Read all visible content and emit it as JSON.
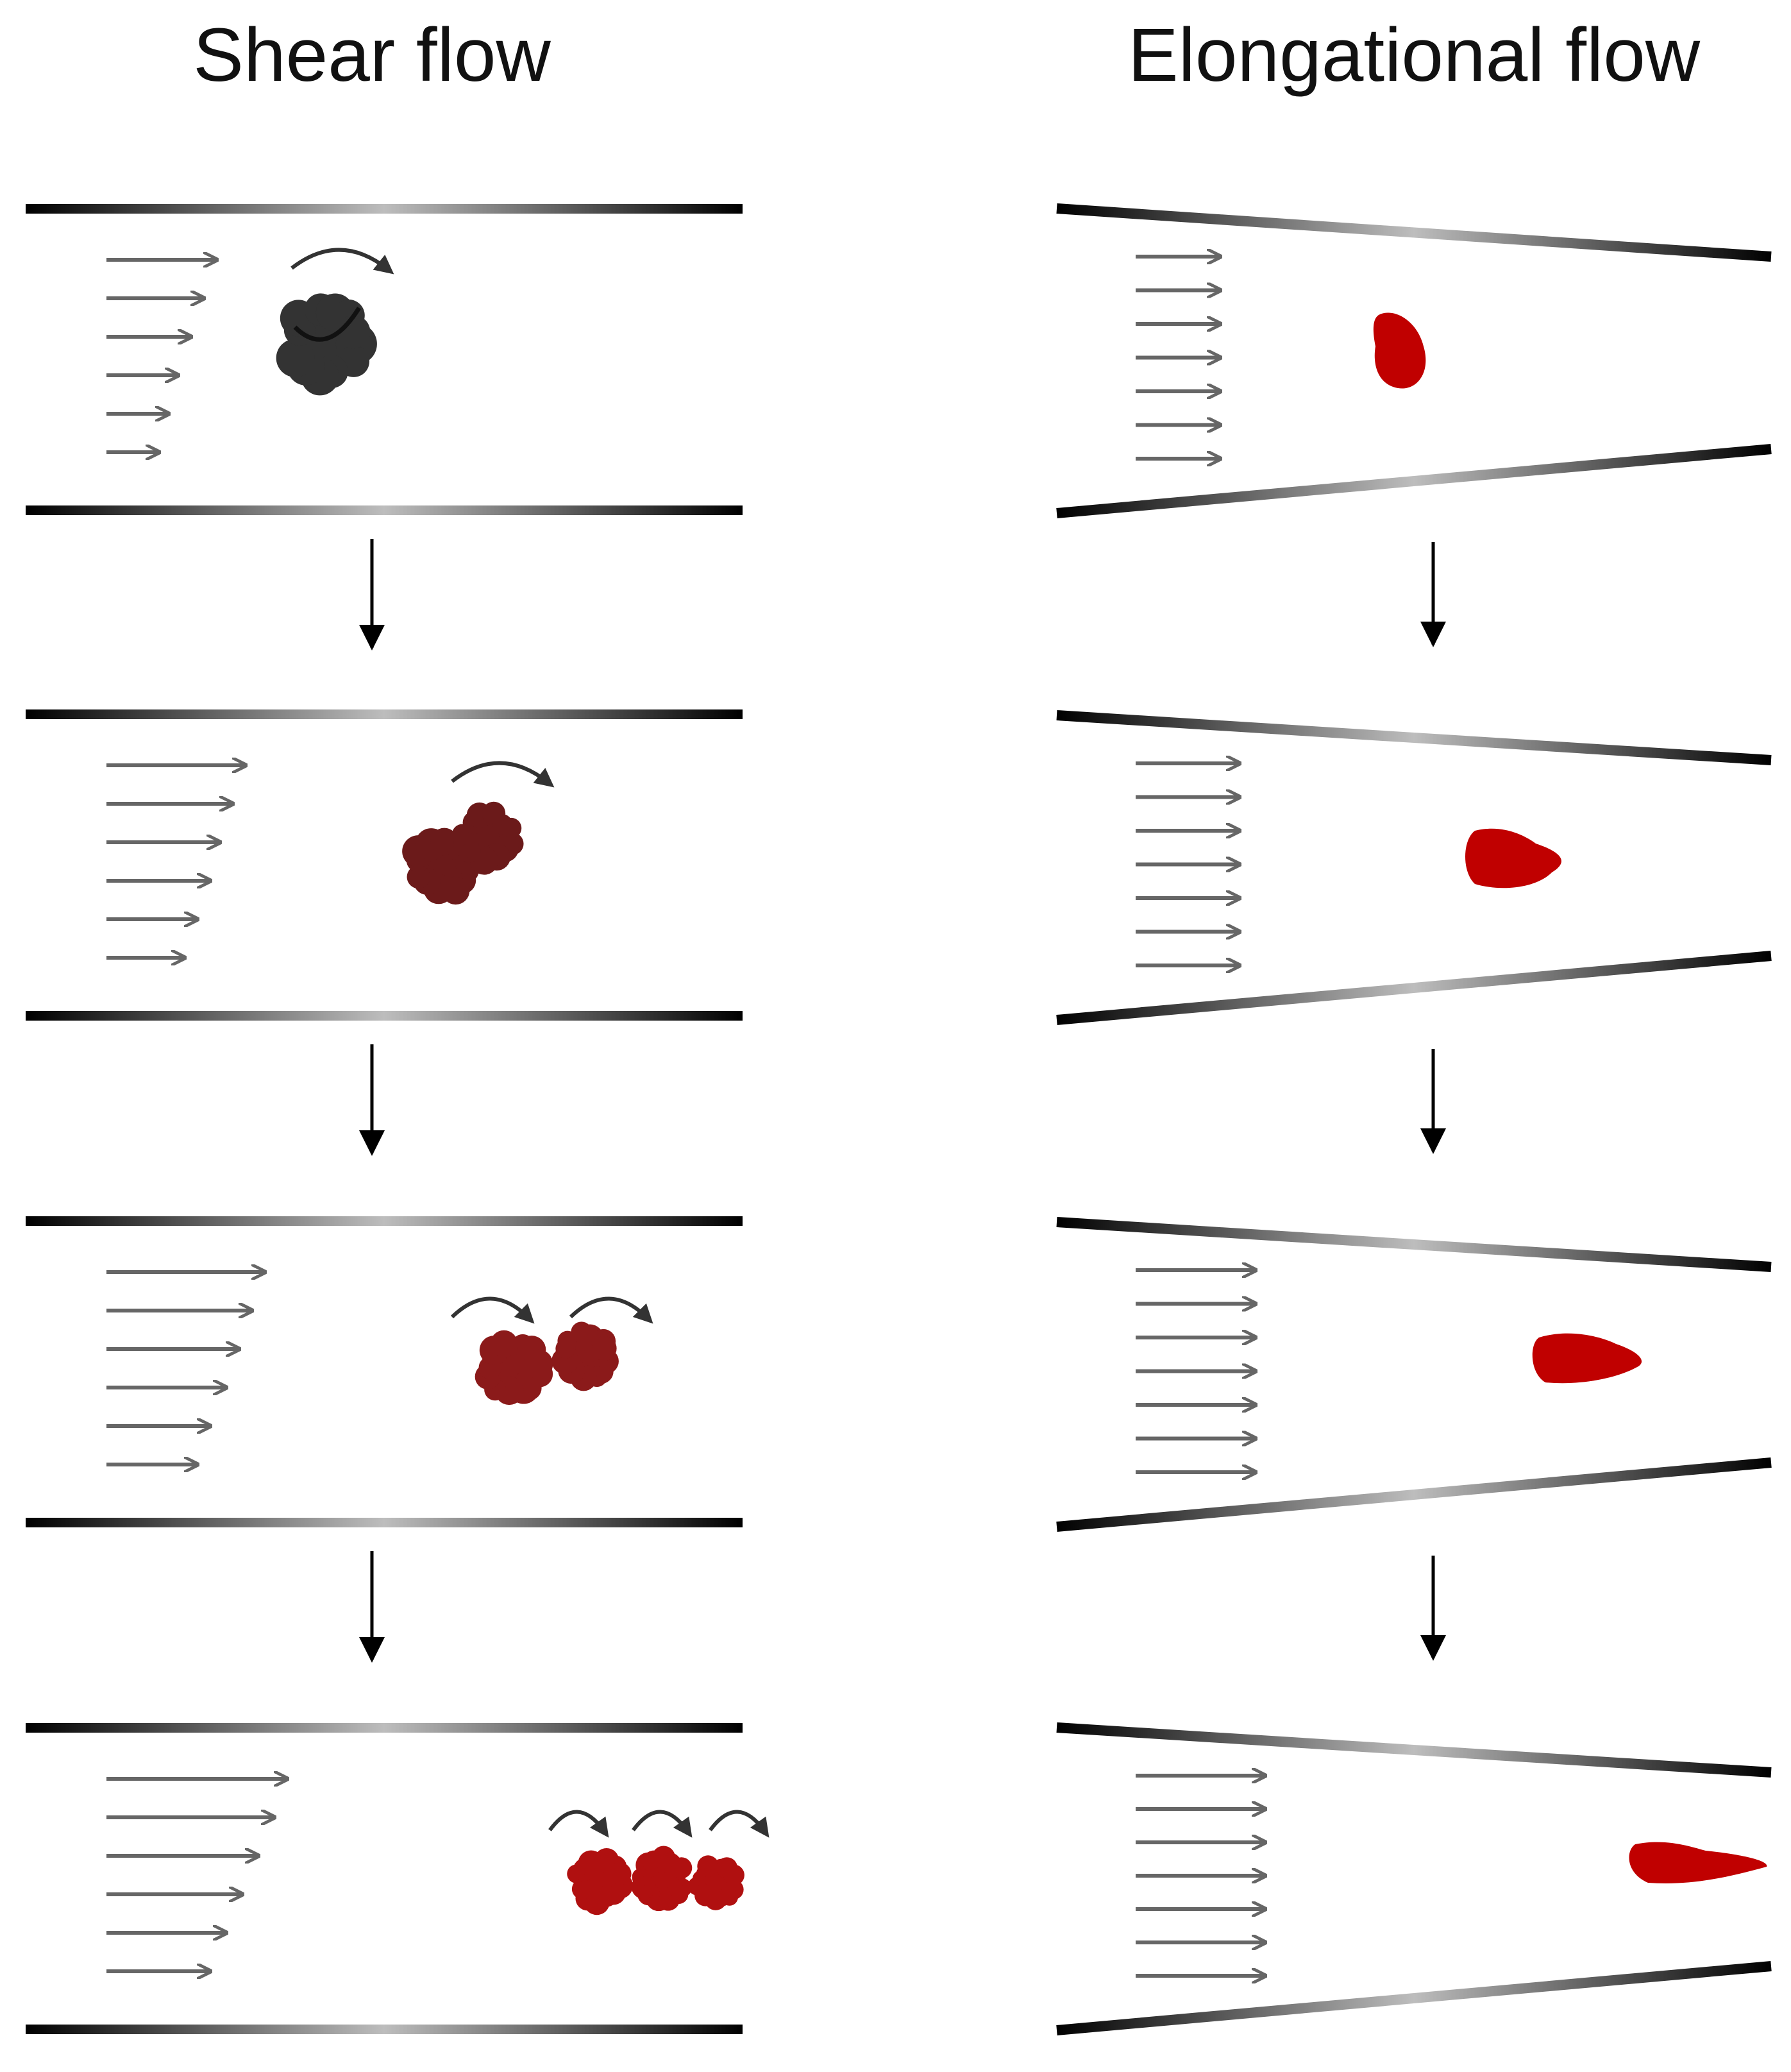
{
  "titles": {
    "shear": "Shear flow",
    "elongational": "Elongational flow"
  },
  "colors": {
    "background": "#ffffff",
    "wall_dark": "#000000",
    "wall_light": "#bdbdbd",
    "velocity_arrow": "#666666",
    "rotation_arrow": "#333333",
    "step_arrow": "#000000",
    "particle_dark": "#333333",
    "particle_brown": "#6b1a1a",
    "particle_darkred": "#8b1a1a",
    "particle_red": "#b01010",
    "particle_bright_red": "#c00000"
  },
  "shear_panels": [
    {
      "stage": 1,
      "particle": "single-aggregate",
      "particle_color": "particle_dark",
      "rotation_arrows": 1
    },
    {
      "stage": 2,
      "particle": "double-aggregate",
      "particle_color": "particle_brown",
      "rotation_arrows": 1
    },
    {
      "stage": 3,
      "particle": "double-aggregate-separating",
      "particle_color": "particle_darkred",
      "rotation_arrows": 2
    },
    {
      "stage": 4,
      "particle": "triple-aggregate",
      "particle_color": "particle_red",
      "rotation_arrows": 3
    }
  ],
  "elongational_panels": [
    {
      "stage": 1,
      "particle": "compact-droplet",
      "particle_color": "particle_bright_red"
    },
    {
      "stage": 2,
      "particle": "slightly-stretched-droplet",
      "particle_color": "particle_bright_red"
    },
    {
      "stage": 3,
      "particle": "stretched-droplet",
      "particle_color": "particle_bright_red"
    },
    {
      "stage": 4,
      "particle": "highly-stretched-droplet",
      "particle_color": "particle_bright_red"
    }
  ]
}
